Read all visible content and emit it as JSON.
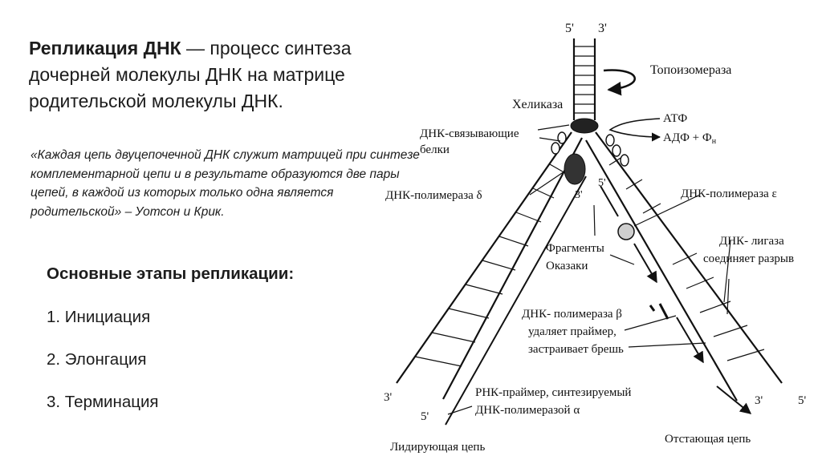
{
  "slide": {
    "title_bold": "Репликация ДНК",
    "title_rest": " — процесс синтеза дочерней молекулы ДНК на матрице родительской молекулы ДНК.",
    "quote": "«Каждая цепь двуцепочечной ДНК служит матрицей при синтезе комплементарной цепи и в результате образуются две пары цепей, в каждой из которых только одна является родительской» – Уотсон и Крик.",
    "stages_heading": "Основные этапы репликации:",
    "stages": [
      "1. Инициация",
      "2. Элонгация",
      "3. Терминация"
    ]
  },
  "diagram": {
    "top_5": "5'",
    "top_3": "3'",
    "topoisomerase": "Топоизомераза",
    "helicase": "Хеликаза",
    "atp": "АТФ",
    "adp": "АДФ + Ф",
    "adp_sub": "н",
    "ssb_line1": "ДНК-связывающие",
    "ssb_line2": "белки",
    "pol_delta": "ДНК-полимераза δ",
    "pol_epsilon": "ДНК-полимераза ε",
    "end_5_upper_right": "5'",
    "end_3_upper_left": "3'",
    "okazaki_line1": "Фрагменты",
    "okazaki_line2": "Оказаки",
    "ligase_line1": "ДНК- лигаза",
    "ligase_line2": "соединяет разрыв",
    "pol_beta_line1": "ДНК- полимераза β",
    "pol_beta_line2": "удаляет праймер,",
    "pol_beta_line3": "застраивает брешь",
    "primer_line1": "РНК-праймер, синтезируемый",
    "primer_line2": "ДНК-полимеразой α",
    "bottom_left_3": "3'",
    "bottom_left_5": "5'",
    "bottom_right_3": "3'",
    "bottom_right_5": "5'",
    "leading_strand": "Лидирующая цепь",
    "lagging_strand": "Отстающая цепь"
  }
}
